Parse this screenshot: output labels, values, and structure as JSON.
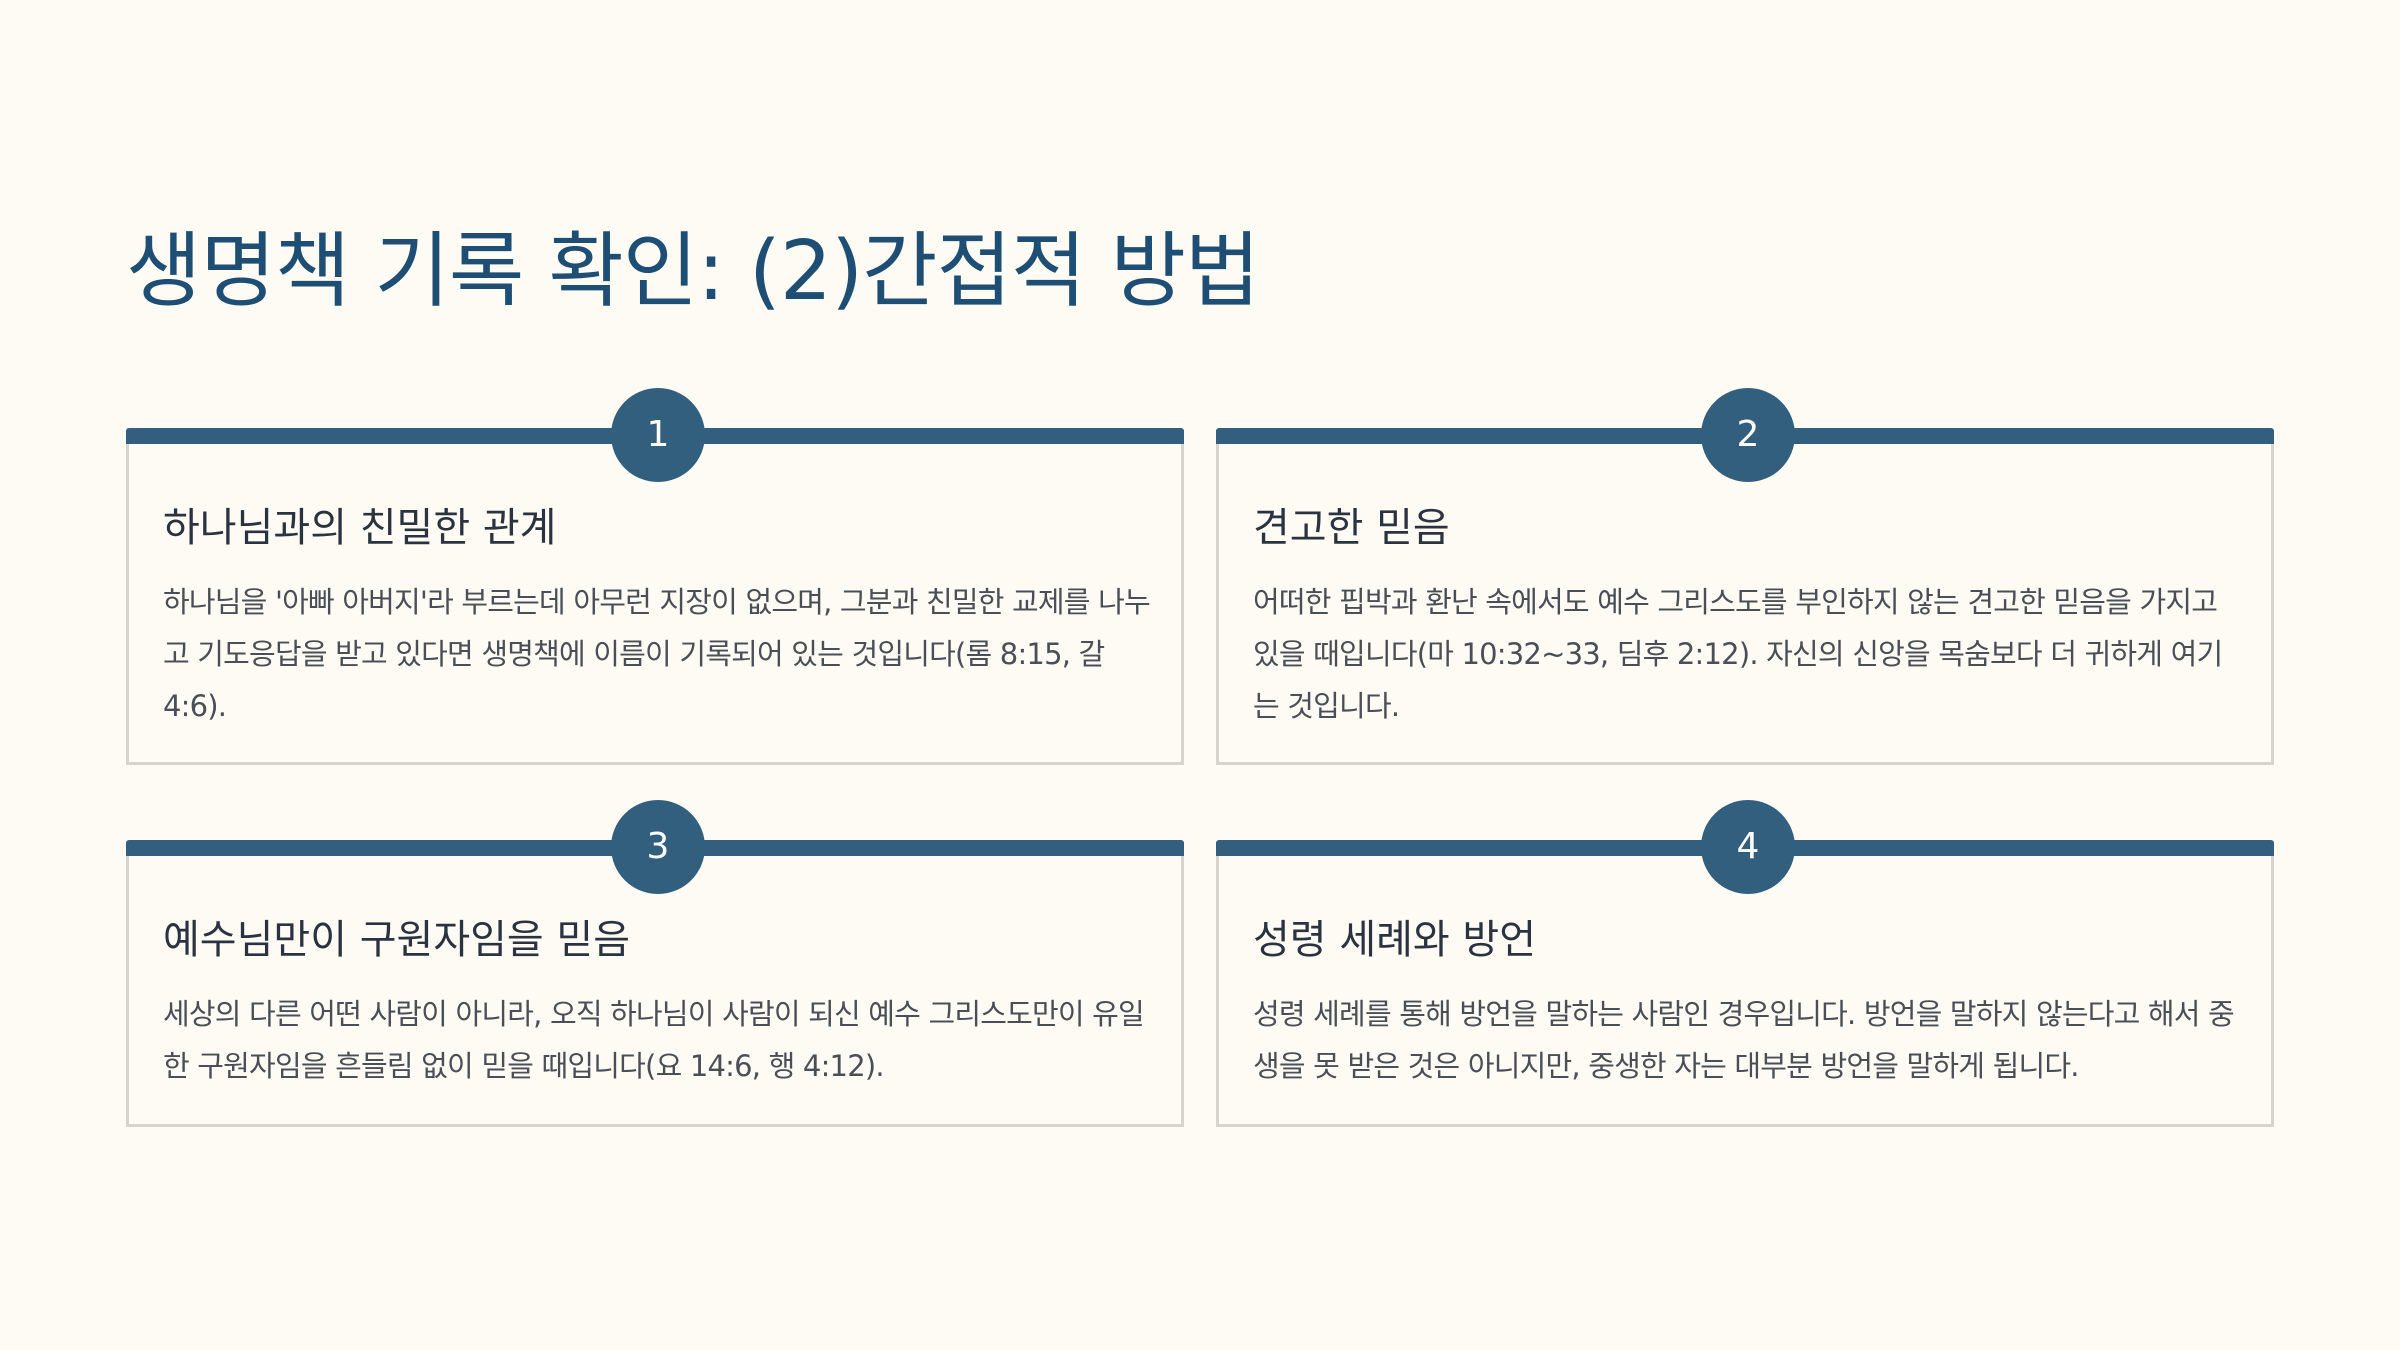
{
  "title": "생명책 기록 확인: (2)간접적 방법",
  "colors": {
    "background": "#fdfbf4",
    "title": "#1f4e74",
    "accent": "#335f7f",
    "card_border": "#d6d4cd",
    "heading_text": "#2b3340",
    "body_text": "#4a4f57"
  },
  "cards": [
    {
      "number": "1",
      "heading": "하나님과의 친밀한 관계",
      "body": "하나님을 '아빠 아버지'라 부르는데 아무런 지장이 없으며, 그분과 친밀한 교제를 나누고 기도응답을 받고 있다면 생명책에 이름이 기록되어 있는 것입니다(롬 8:15, 갈 4:6)."
    },
    {
      "number": "2",
      "heading": "견고한 믿음",
      "body": "어떠한 핍박과 환난 속에서도 예수 그리스도를 부인하지 않는 견고한 믿음을 가지고 있을 때입니다(마 10:32~33, 딤후 2:12). 자신의 신앙을 목숨보다 더 귀하게 여기는 것입니다."
    },
    {
      "number": "3",
      "heading": "예수님만이 구원자임을 믿음",
      "body": "세상의 다른 어떤 사람이 아니라, 오직 하나님이 사람이 되신 예수 그리스도만이 유일한 구원자임을 흔들림 없이 믿을 때입니다(요 14:6, 행 4:12)."
    },
    {
      "number": "4",
      "heading": "성령 세례와 방언",
      "body": "성령 세례를 통해 방언을 말하는 사람인 경우입니다. 방언을 말하지 않는다고 해서 중생을 못 받은 것은 아니지만, 중생한 자는 대부분 방언을 말하게 됩니다."
    }
  ]
}
